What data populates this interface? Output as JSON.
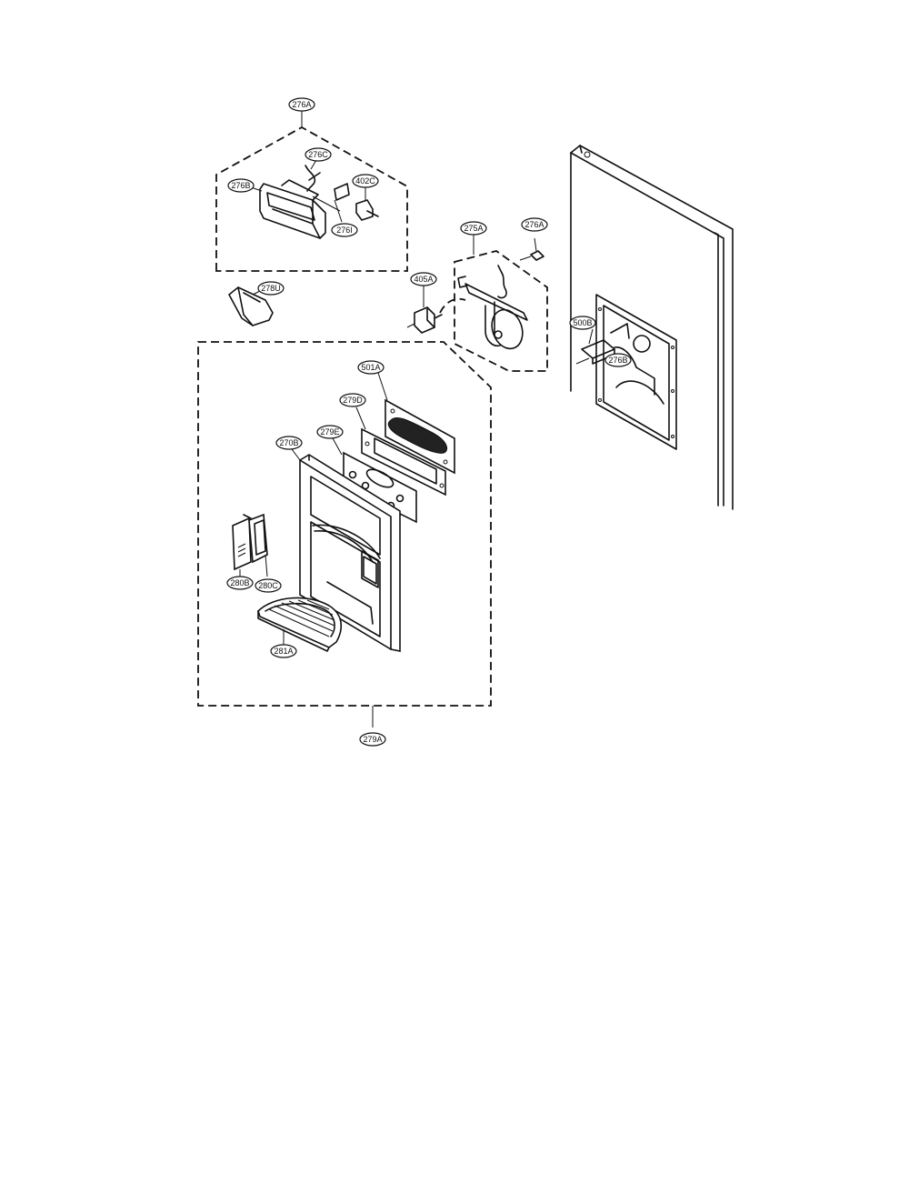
{
  "labels": {
    "a276": "276A",
    "b276": "276B",
    "c276": "276C",
    "c402": "402C",
    "l276": "276I",
    "u278": "278U",
    "a275": "275A",
    "a276b": "276A",
    "a405": "405A",
    "b500": "500B",
    "b276b": "276B",
    "a501": "501A",
    "d279": "279D",
    "e279": "279E",
    "b270": "270B",
    "b280": "280B",
    "c280": "280C",
    "a281": "281A",
    "a279": "279A"
  }
}
